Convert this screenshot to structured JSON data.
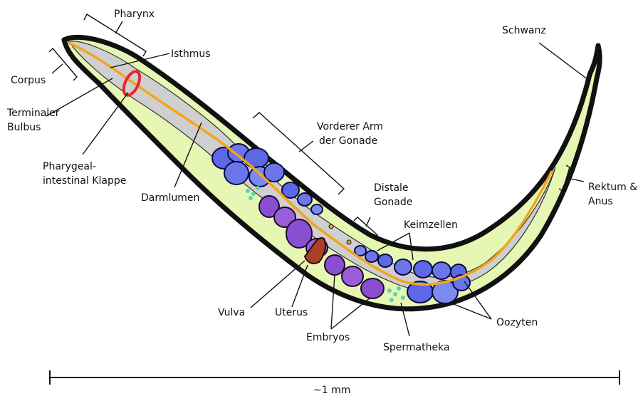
{
  "labels": {
    "pharynx": "Pharynx",
    "isthmus": "Isthmus",
    "corpus": "Corpus",
    "terminal_bulb_1": "Terminaler",
    "terminal_bulb_2": "Bulbus",
    "valve_1": "Pharygeal-",
    "valve_2": "intestinal Klappe",
    "intestinal_lumen": "Darmlumen",
    "anterior_arm_1": "Vorderer Arm",
    "anterior_arm_2": "der Gonade",
    "distal_gonad_1": "Distale",
    "distal_gonad_2": "Gonade",
    "germ_cells": "Keimzellen",
    "tail": "Schwanz",
    "rectum_anus_1": "Rektum &",
    "rectum_anus_2": "Anus",
    "vulva": "Vulva",
    "uterus": "Uterus",
    "embryos": "Embryos",
    "spermatheca": "Spermatheka",
    "oocytes": "Oozyten",
    "scale": "~1 mm"
  },
  "colors": {
    "outline": "#111111",
    "body_fill": "#e6f7b4",
    "gut_fill": "#cfcfcf",
    "lumen": "#f2a51a",
    "gonad_blue": "#5d68e6",
    "gonad_light": "#7c8af0",
    "embryo_purple": "#8a4fd0",
    "vulva_brown": "#a8402a",
    "valve_ring": "#e8242a",
    "sperm_dots": "#5cd6a8"
  }
}
